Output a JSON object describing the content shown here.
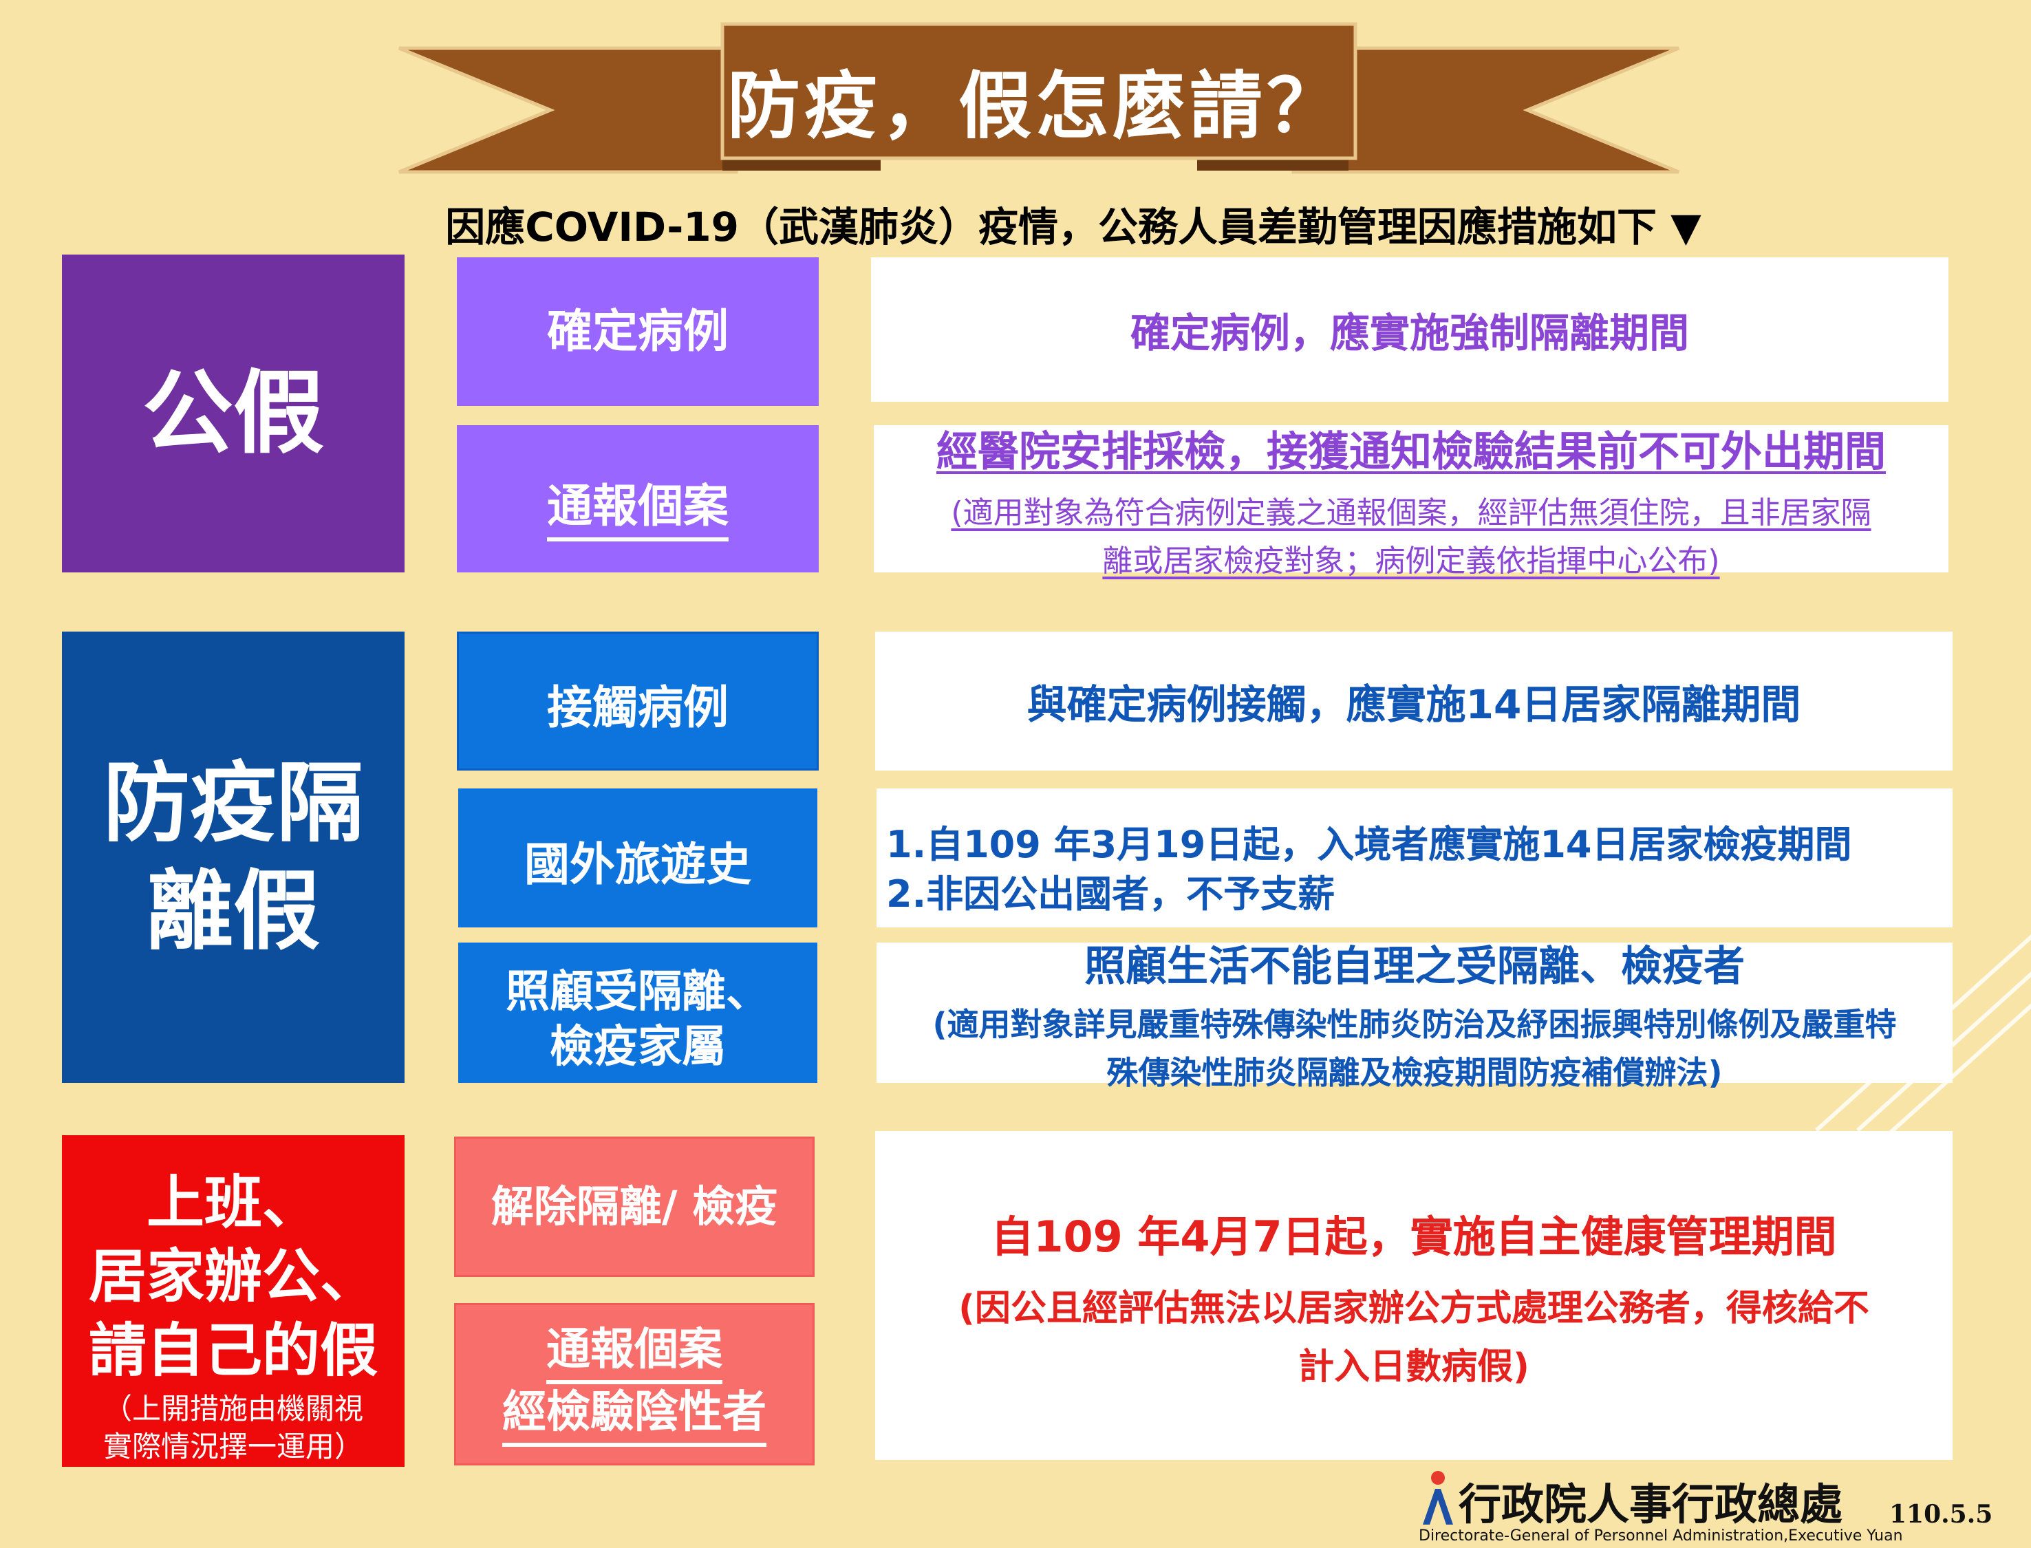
{
  "header": {
    "title": "防疫，假怎麼請？",
    "subtitle": "因應COVID-19（武漢肺炎）疫情，公務人員差勤管理因應措施如下 ▼"
  },
  "sections": [
    {
      "category": "公假",
      "rows": [
        {
          "label": "確定病例",
          "main": "確定病例，應實施強制隔離期間",
          "notes": []
        },
        {
          "label": "通報個案",
          "main": "經醫院安排採檢，接獲通知檢驗結果前不可外出期間",
          "notes": [
            "(適用對象為符合病例定義之通報個案，經評估無須住院，且非居家隔",
            "離或居家檢疫對象；病例定義依指揮中心公布)"
          ]
        }
      ]
    },
    {
      "category_lines": [
        "防疫隔",
        "離假"
      ],
      "rows": [
        {
          "label": "接觸病例",
          "main": "與確定病例接觸，應實施14日居家隔離期間",
          "notes": []
        },
        {
          "label": "國外旅遊史",
          "items": [
            "1.自109 年3月19日起，入境者應實施14日居家檢疫期間",
            "2.非因公出國者，不予支薪"
          ]
        },
        {
          "label_lines": [
            "照顧受隔離、",
            "檢疫家屬"
          ],
          "main": "照顧生活不能自理之受隔離、檢疫者",
          "notes": [
            "(適用對象詳見嚴重特殊傳染性肺炎防治及紓困振興特別條例及嚴重特",
            "殊傳染性肺炎隔離及檢疫期間防疫補償辦法)"
          ]
        }
      ]
    },
    {
      "category_lines": [
        "上班、",
        "居家辦公、",
        "請自己的假"
      ],
      "category_note": [
        "（上開措施由機關視",
        "實際情況擇一運用）"
      ],
      "rows": [
        {
          "label": "解除隔離/ 檢疫"
        },
        {
          "label_lines": [
            "通報個案",
            "經檢驗陰性者"
          ]
        }
      ],
      "shared": {
        "main": "自109 年4月7日起，實施自主健康管理期間",
        "notes": [
          "(因公且經評估無法以居家辦公方式處理公務者，得核給不",
          "計入日數病假)"
        ]
      }
    }
  ],
  "footer": {
    "org_name": "行政院人事行政總處",
    "org_english": "Directorate-General of Personnel Administration,Executive Yuan",
    "date": "110.5.5",
    "logo_icon": "dgpa-logo-icon"
  },
  "colors": {
    "background": "#f7e4a6",
    "banner": "#94521c",
    "purple_dark": "#7030a0",
    "purple_light": "#9966ff",
    "blue_dark": "#0c4e9b",
    "blue_light": "#0e74dd",
    "red_dark": "#ee0a0a",
    "red_light": "#f86e6a"
  }
}
